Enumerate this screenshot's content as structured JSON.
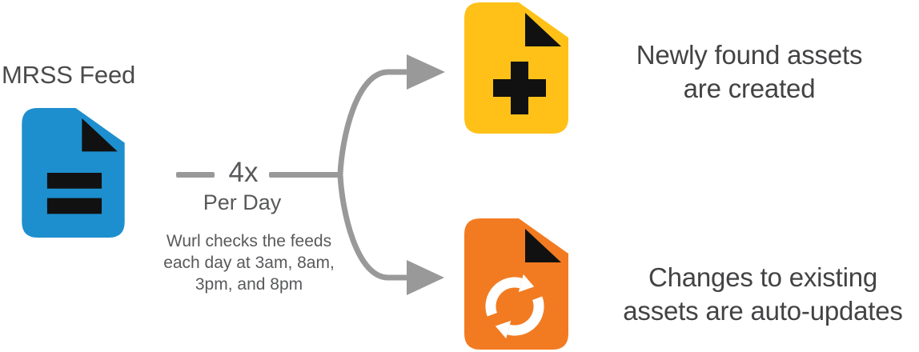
{
  "canvas": {
    "width": "1148",
    "height": "440",
    "background": "#ffffff"
  },
  "source": {
    "label": "MRSS Feed",
    "icon": "file-text-icon",
    "color": "#1E8FCE"
  },
  "frequency": {
    "value": "4x",
    "unit": "Per Day"
  },
  "schedule_note": {
    "line1": "Wurl checks the feeds",
    "line2": "each day at 3am, 8am,",
    "line3": "3pm, and 8pm"
  },
  "outcomes": {
    "created": {
      "line1": "Newly found assets",
      "line2": "are created",
      "icon": "file-plus-icon",
      "color": "#FFC117"
    },
    "updated": {
      "line1": "Changes to existing",
      "line2": "assets are auto-updates",
      "icon": "file-sync-icon",
      "color": "#F27B21"
    }
  },
  "colors": {
    "feed_blue": "#1E8FCE",
    "created_yellow": "#FFC117",
    "updated_orange": "#F27B21",
    "connector_gray": "#999999",
    "heading_text": "#434345",
    "body_text": "#58595B",
    "glyph_dark": "#111111",
    "glyph_white": "#ffffff"
  }
}
